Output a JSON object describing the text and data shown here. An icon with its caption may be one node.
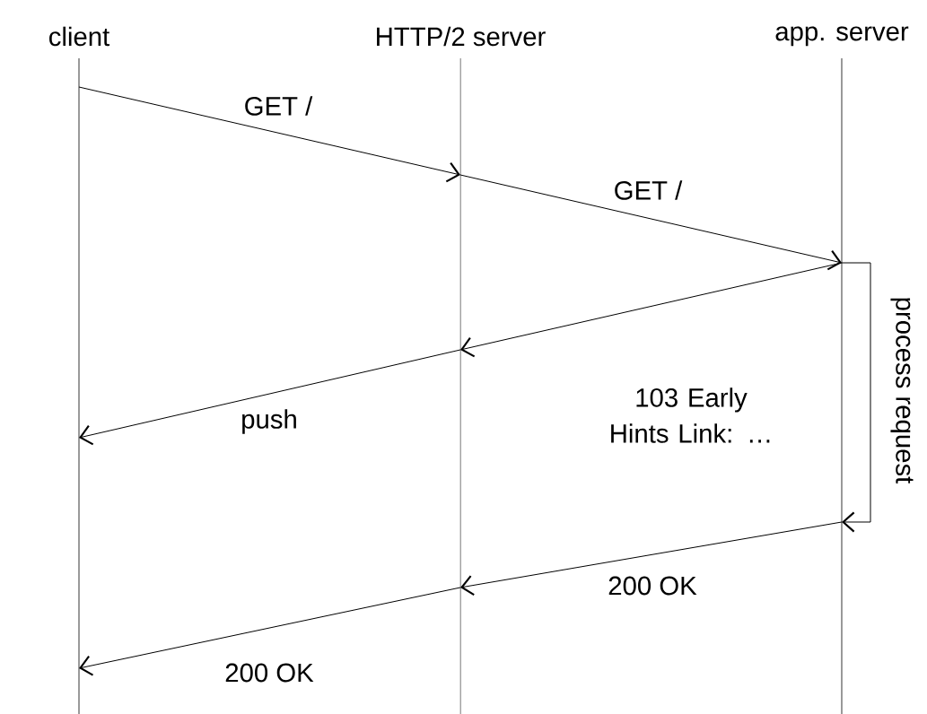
{
  "diagram": {
    "nodes": [
      {
        "text": [
          "client"
        ]
      },
      {
        "text": [
          "HTTP/2 server"
        ]
      },
      {
        "text": [
          "app. server"
        ]
      }
    ],
    "edges": [
      {
        "from": 0,
        "to": 1,
        "arrow": "to",
        "label": "GET /"
      },
      {
        "from": 1,
        "to": 2,
        "arrow": "to",
        "label": "GET /"
      },
      {
        "from": 2,
        "to": 1,
        "arrow": "to",
        "label": "103 Early Hints Link: …"
      },
      {
        "from": 1,
        "to": 0,
        "arrow": "to",
        "label": "push"
      },
      {
        "from": 2,
        "to": 2,
        "arrow": "to",
        "label": "process request"
      },
      {
        "from": 2,
        "to": 1,
        "arrow": "to",
        "label": "200 OK"
      },
      {
        "from": 1,
        "to": 0,
        "arrow": "to",
        "label": "200 OK"
      }
    ]
  }
}
